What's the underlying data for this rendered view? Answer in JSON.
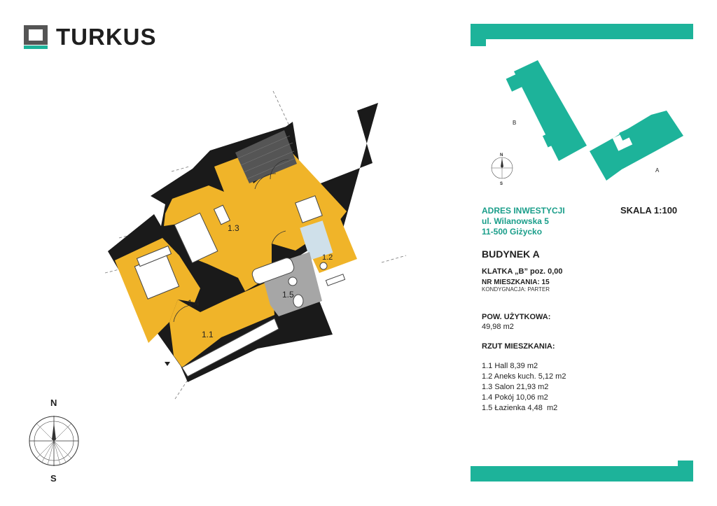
{
  "logo": {
    "text": "TURKUS"
  },
  "colors": {
    "accent": "#1db39a",
    "room_fill": "#f0b429",
    "bath_fill": "#a6a6a6",
    "wall": "#1a1a1a"
  },
  "investment": {
    "title": "ADRES INWESTYCJI",
    "street": "ul. Wilanowska 5",
    "city": "11-500 Giżycko"
  },
  "scale": "SKALA 1:100",
  "building": "BUDYNEK A",
  "staircase": "KLATKA „B” poz. 0,00",
  "flat_number": "NR MIESZKANIA: 15",
  "storey": "KONDYGNACJA: PARTER",
  "usable_area": {
    "label": "POW. UŻYTKOWA:",
    "value": "49,98 m2"
  },
  "rooms_title": "RZUT MIESZKANIA:",
  "rooms": [
    "1.1 Hall 8,39 m2",
    "1.2 Aneks kuch. 5,12 m2",
    "1.3 Salon 21,93 m2",
    "1.4 Pokój 10,06 m2",
    "1.5 Łazienka 4,48  m2"
  ],
  "plan_labels": {
    "r11": "1.1",
    "r12": "1.2",
    "r13": "1.3",
    "r14": "1.4",
    "r15": "1.5"
  },
  "site_plan": {
    "label_b": "B",
    "label_a": "A",
    "north": "N",
    "south": "S"
  },
  "compass": {
    "north": "N",
    "south": "S"
  }
}
